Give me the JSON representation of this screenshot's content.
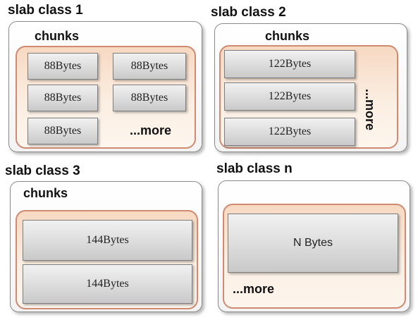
{
  "slab1": {
    "title": "slab class 1",
    "chunks_label": "chunks",
    "chunks": [
      "88Bytes",
      "88Bytes",
      "88Bytes",
      "88Bytes",
      "88Bytes"
    ],
    "more": "...more"
  },
  "slab2": {
    "title": "slab class 2",
    "chunks_label": "chunks",
    "chunks": [
      "122Bytes",
      "122Bytes",
      "122Bytes"
    ],
    "more": "...more"
  },
  "slab3": {
    "title": "slab class 3",
    "chunks_label": "chunks",
    "chunks": [
      "144Bytes",
      "144Bytes"
    ]
  },
  "slabn": {
    "title": "slab class n",
    "chunks": [
      "N Bytes"
    ],
    "more": "...more"
  }
}
